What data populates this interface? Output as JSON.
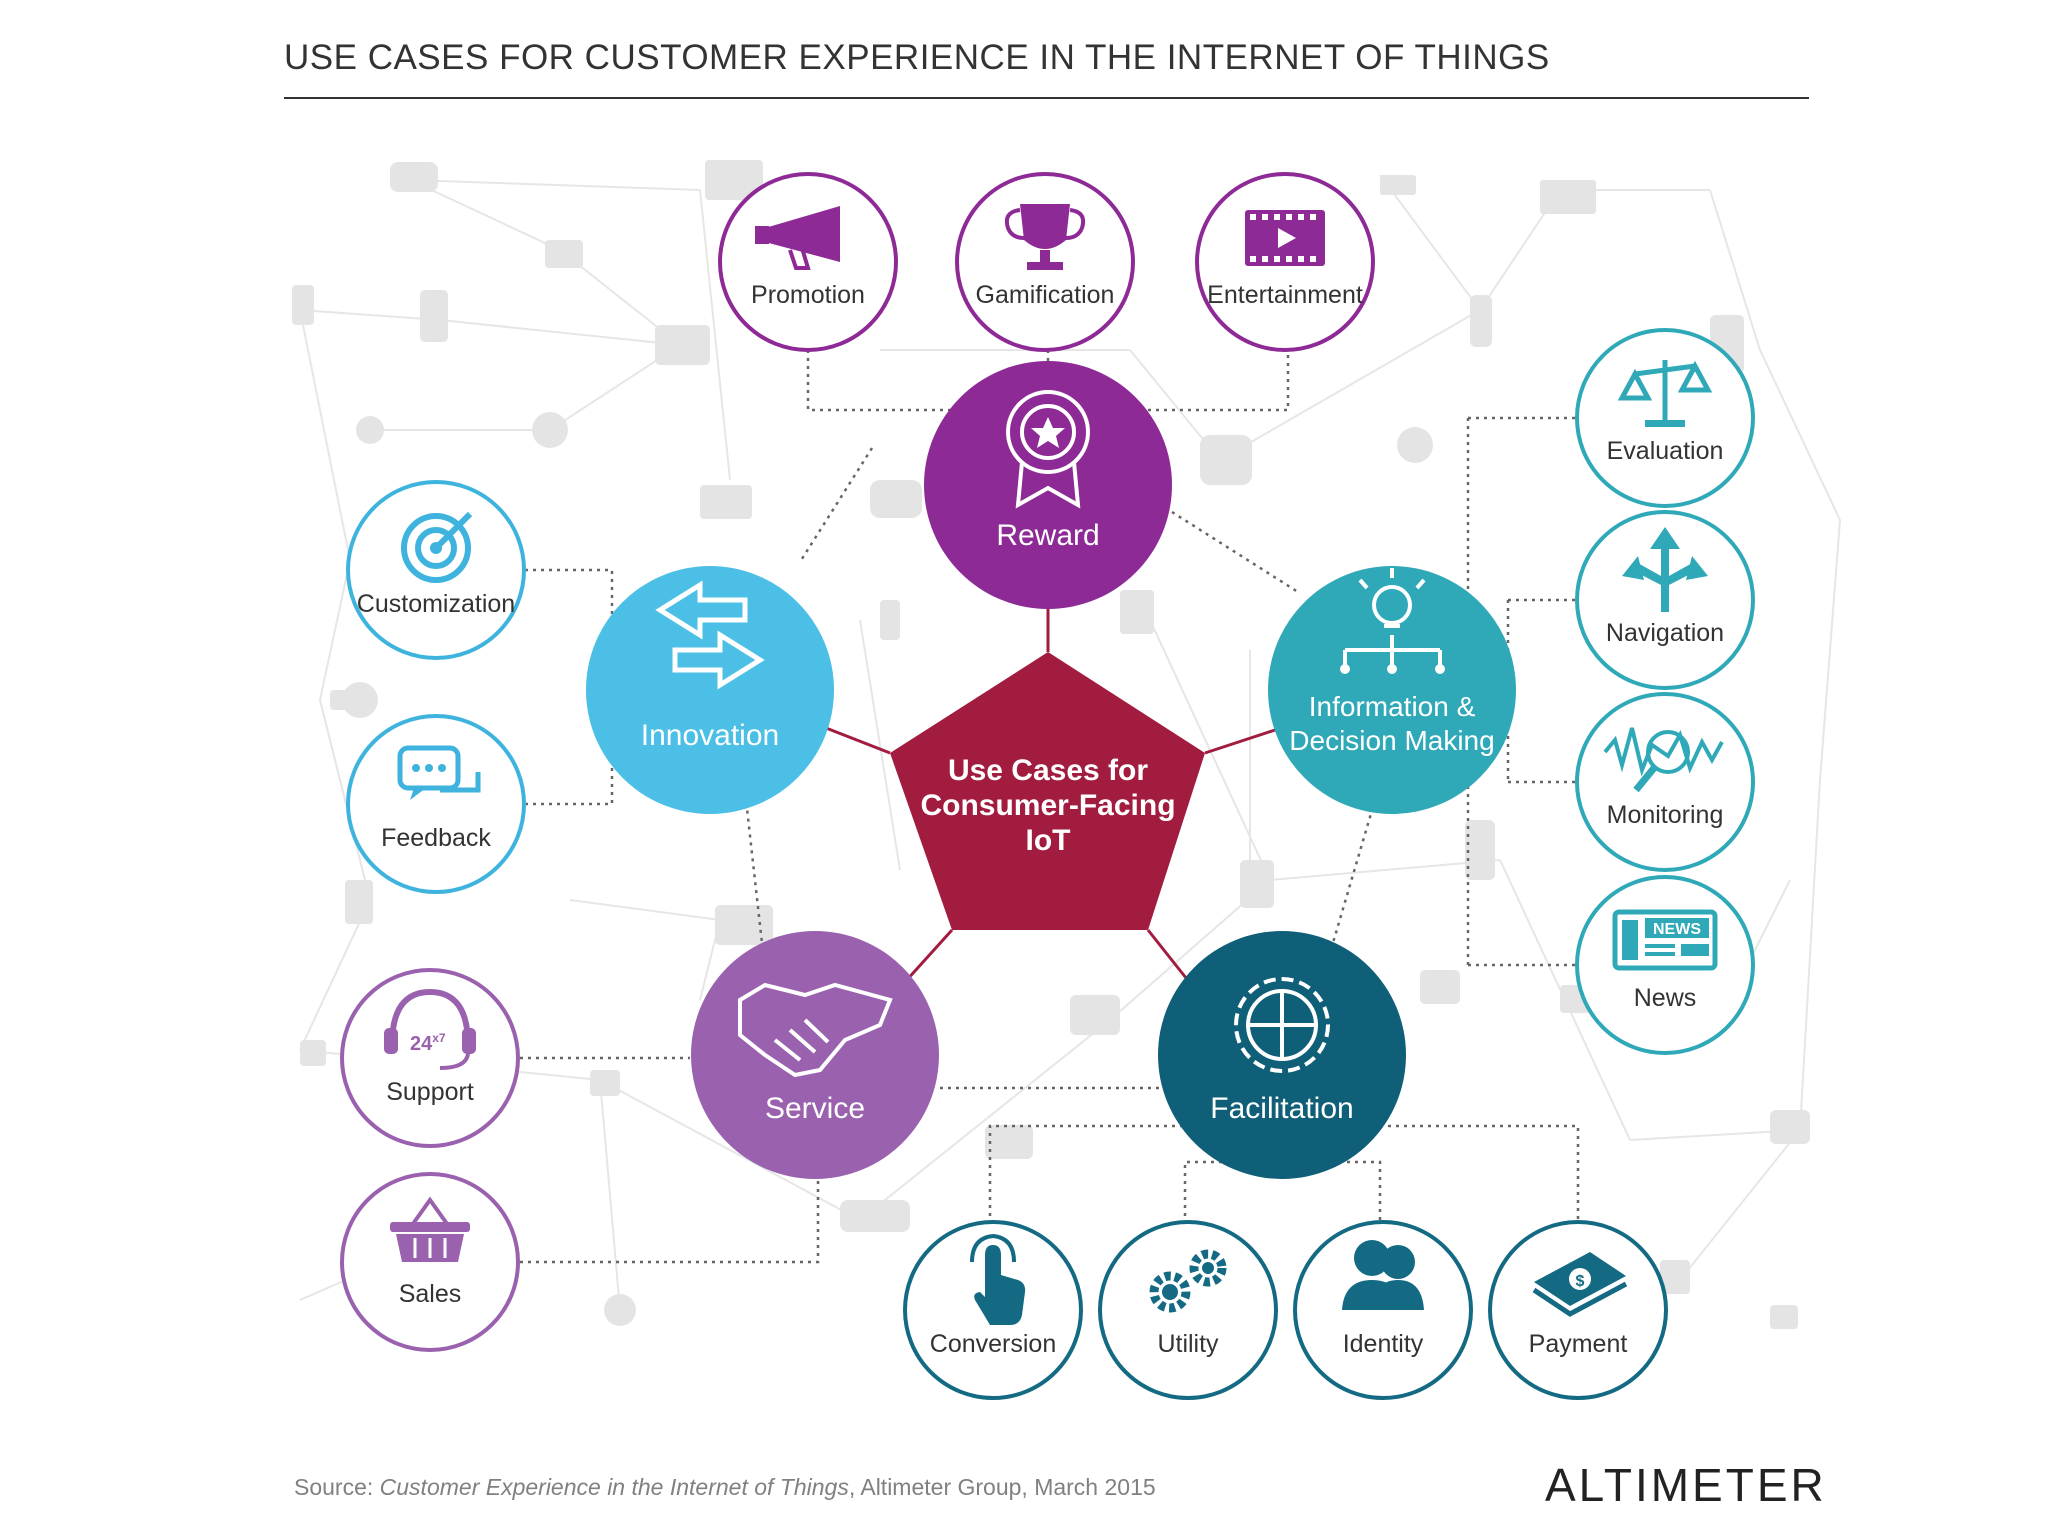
{
  "title": "USE CASES FOR CUSTOMER EXPERIENCE IN THE INTERNET OF THINGS",
  "center": {
    "lines": [
      "Use Cases for",
      "Consumer-Facing",
      "IoT"
    ],
    "color": "#A21C3F"
  },
  "categories": {
    "reward": {
      "label": "Reward",
      "color": "#8E2A96"
    },
    "innovation": {
      "label": "Innovation",
      "color": "#4BBFE5"
    },
    "info": {
      "lines": [
        "Information &",
        "Decision Making"
      ],
      "color": "#2FA9B8"
    },
    "service": {
      "label": "Service",
      "color": "#9A62AE"
    },
    "facilitation": {
      "label": "Facilitation",
      "color": "#0F5F78"
    }
  },
  "subitems": {
    "promotion": "Promotion",
    "gamification": "Gamification",
    "entertainment": "Entertainment",
    "customization": "Customization",
    "feedback": "Feedback",
    "support": "Support",
    "support_badge": "24",
    "support_badge_sup": "x7",
    "sales": "Sales",
    "evaluation": "Evaluation",
    "navigation": "Navigation",
    "monitoring": "Monitoring",
    "news": "News",
    "news_badge": "NEWS",
    "conversion": "Conversion",
    "utility": "Utility",
    "identity": "Identity",
    "payment": "Payment",
    "payment_symbol": "$"
  },
  "ring_colors": {
    "purple": "#8E2A96",
    "light_purple": "#9A62AE",
    "blue": "#3DB3DD",
    "teal": "#2FA9B8",
    "dark_teal": "#136A82"
  },
  "source": {
    "prefix": "Source: ",
    "italic": "Customer Experience in the Internet of Things",
    "suffix": ", Altimeter Group, March 2015"
  },
  "brand": "ALTIMETER"
}
